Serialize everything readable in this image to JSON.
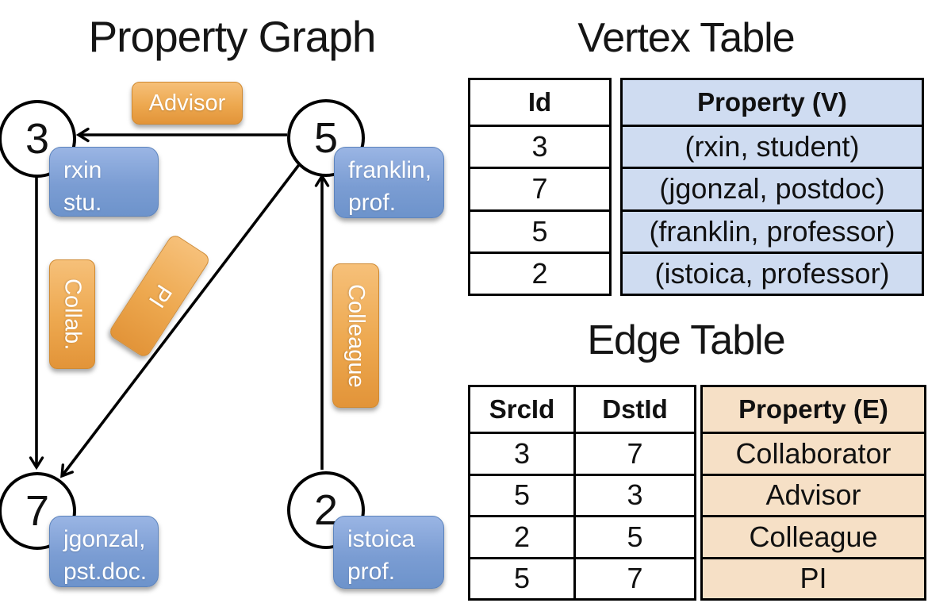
{
  "titles": {
    "property_graph": "Property Graph",
    "vertex_table": "Vertex Table",
    "edge_table": "Edge Table"
  },
  "graph": {
    "nodes": [
      {
        "id": "3",
        "property_lines": [
          "rxin",
          "stu."
        ]
      },
      {
        "id": "5",
        "property_lines": [
          "franklin,",
          "prof."
        ]
      },
      {
        "id": "7",
        "property_lines": [
          "jgonzal,",
          "pst.doc."
        ]
      },
      {
        "id": "2",
        "property_lines": [
          "istoica",
          "prof."
        ]
      }
    ],
    "edge_labels": [
      {
        "text": "Advisor"
      },
      {
        "text": "Collab."
      },
      {
        "text": "PI"
      },
      {
        "text": "Colleague"
      }
    ]
  },
  "vertex_table": {
    "headers": {
      "id": "Id",
      "property": "Property (V)"
    },
    "rows": [
      {
        "id": "3",
        "property": "(rxin, student)"
      },
      {
        "id": "7",
        "property": "(jgonzal, postdoc)"
      },
      {
        "id": "5",
        "property": "(franklin, professor)"
      },
      {
        "id": "2",
        "property": "(istoica, professor)"
      }
    ]
  },
  "edge_table": {
    "headers": {
      "src": "SrcId",
      "dst": "DstId",
      "property": "Property (E)"
    },
    "rows": [
      {
        "src": "3",
        "dst": "7",
        "property": "Collaborator"
      },
      {
        "src": "5",
        "dst": "3",
        "property": "Advisor"
      },
      {
        "src": "2",
        "dst": "5",
        "property": "Colleague"
      },
      {
        "src": "5",
        "dst": "7",
        "property": "PI"
      }
    ]
  },
  "colors": {
    "edge_label_fill": "#eda84f",
    "vertex_card_fill": "#7b9dd3",
    "vertex_property_column": "#cfdcf1",
    "edge_property_column": "#f6e0c6",
    "line_and_border": "#000000"
  }
}
